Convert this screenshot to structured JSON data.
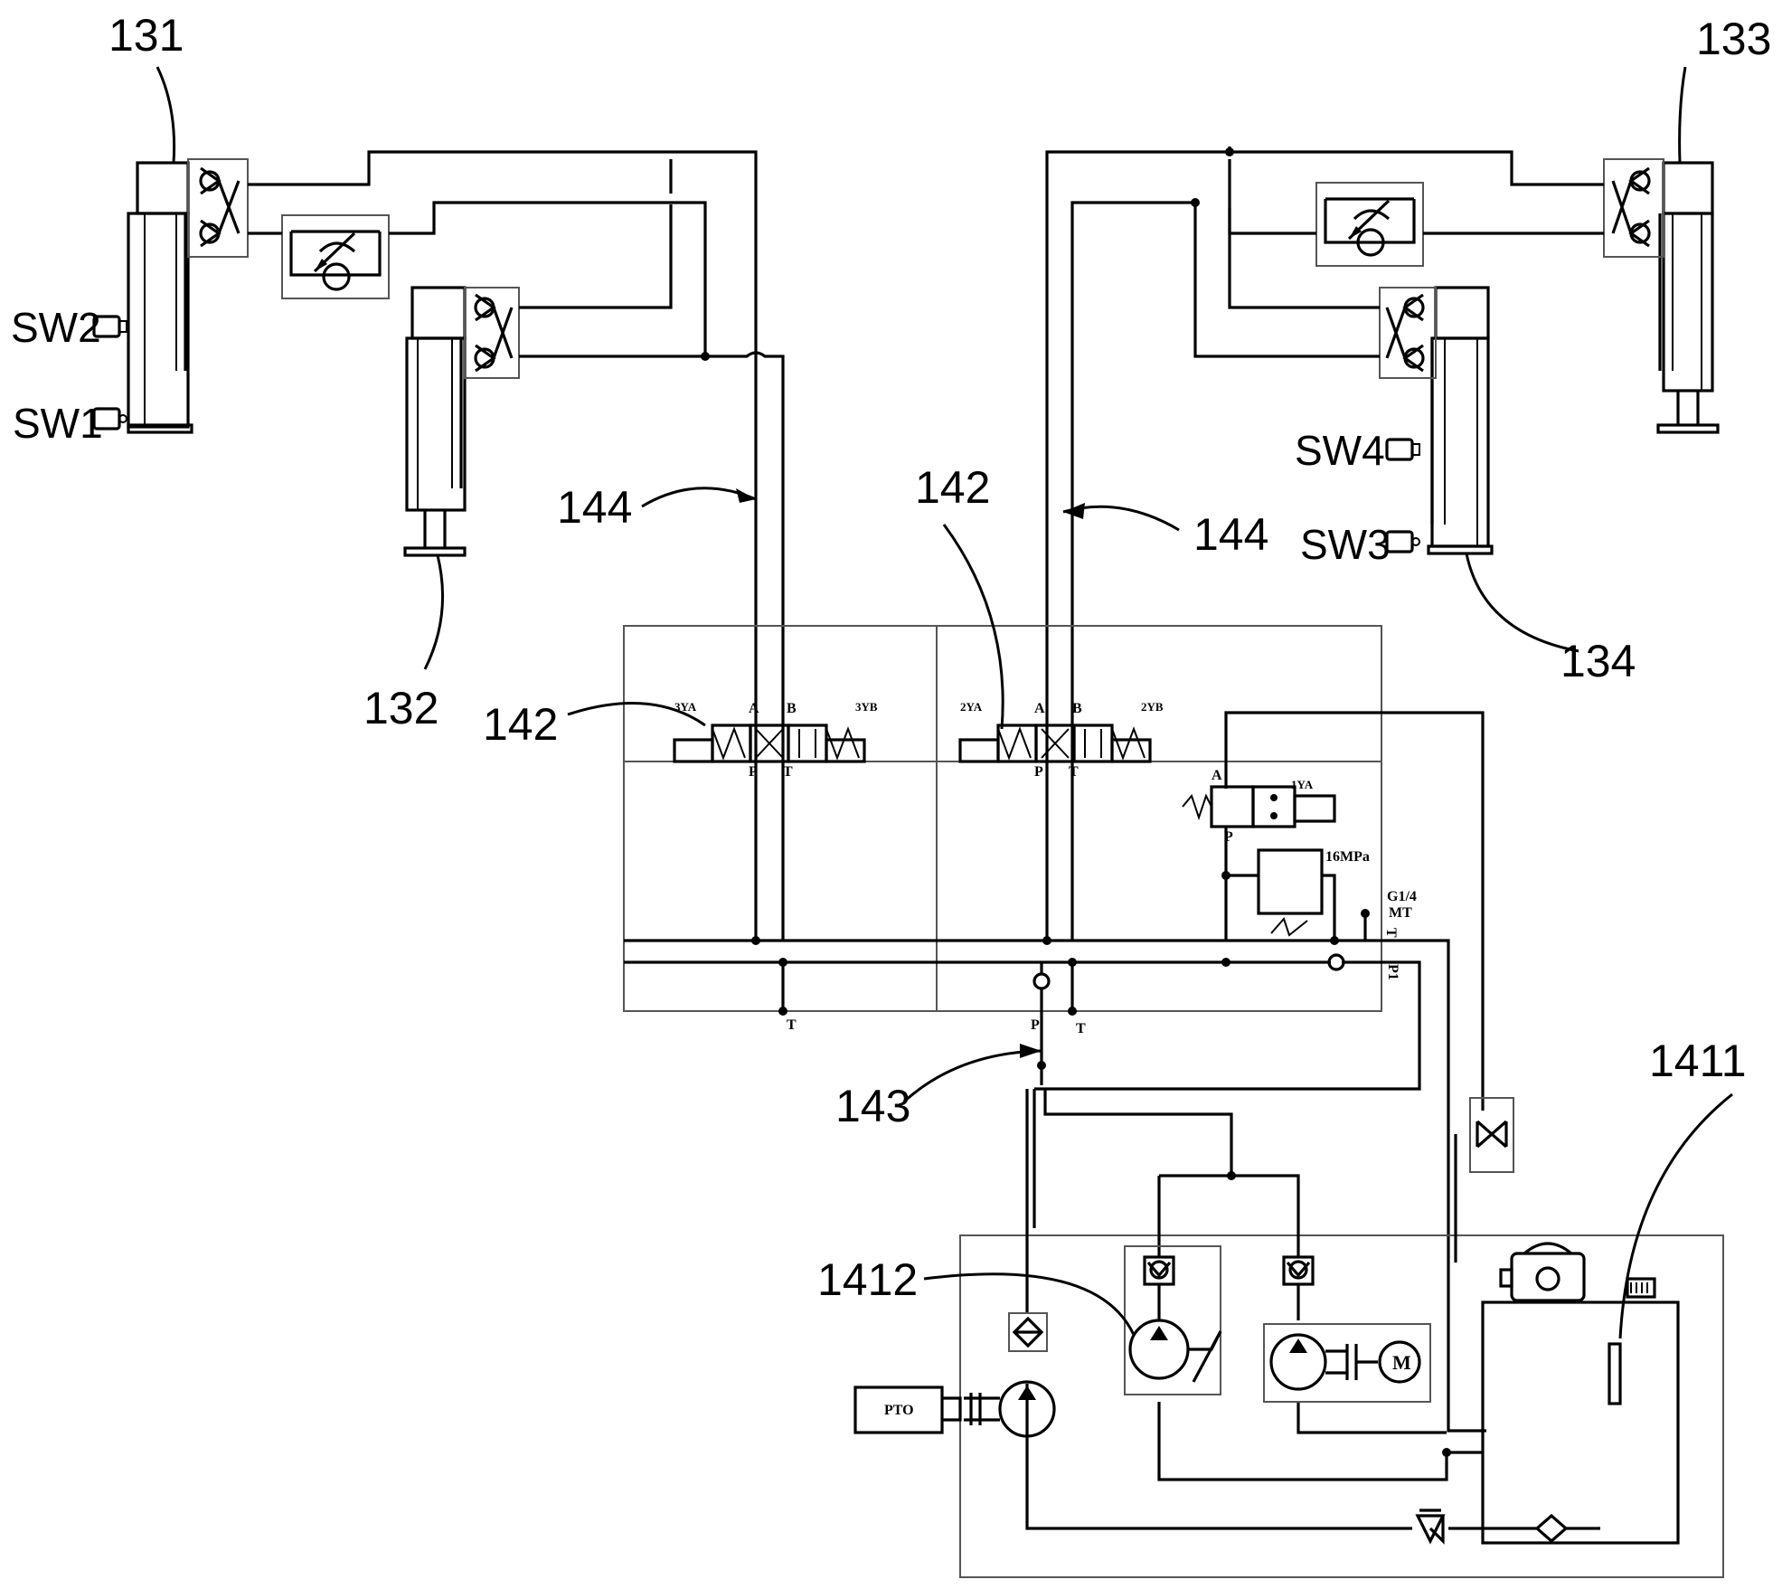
{
  "refs": {
    "r131": "131",
    "r133": "133",
    "r132": "132",
    "r134": "134",
    "r144_left": "144",
    "r144_right": "144",
    "r142_top": "142",
    "r142_left": "142",
    "r143": "143",
    "r1411": "1411",
    "r1412": "1412"
  },
  "switches": {
    "sw1": "SW1",
    "sw2": "SW2",
    "sw3": "SW3",
    "sw4": "SW4"
  },
  "valve_labels": {
    "sol_3ya": "3YA",
    "sol_3yb": "3YB",
    "sol_2ya": "2YA",
    "sol_2yb": "2YB",
    "sol_1ya": "1YA",
    "port_a1": "A",
    "port_b1": "B",
    "port_p1": "P",
    "port_t1": "T",
    "port_a2": "A",
    "port_b2": "B",
    "port_p2": "P",
    "port_t2": "T",
    "port_a3": "A",
    "port_p3": "P",
    "relief_pressure": "16MPa",
    "gauge_port": "G1/4",
    "gauge_mt": "MT",
    "side_t": "T",
    "side_p1": "P1",
    "bottom_t1": "T",
    "bottom_p": "P",
    "bottom_t2": "T"
  },
  "power_unit": {
    "pto": "PTO",
    "motor": "M"
  }
}
